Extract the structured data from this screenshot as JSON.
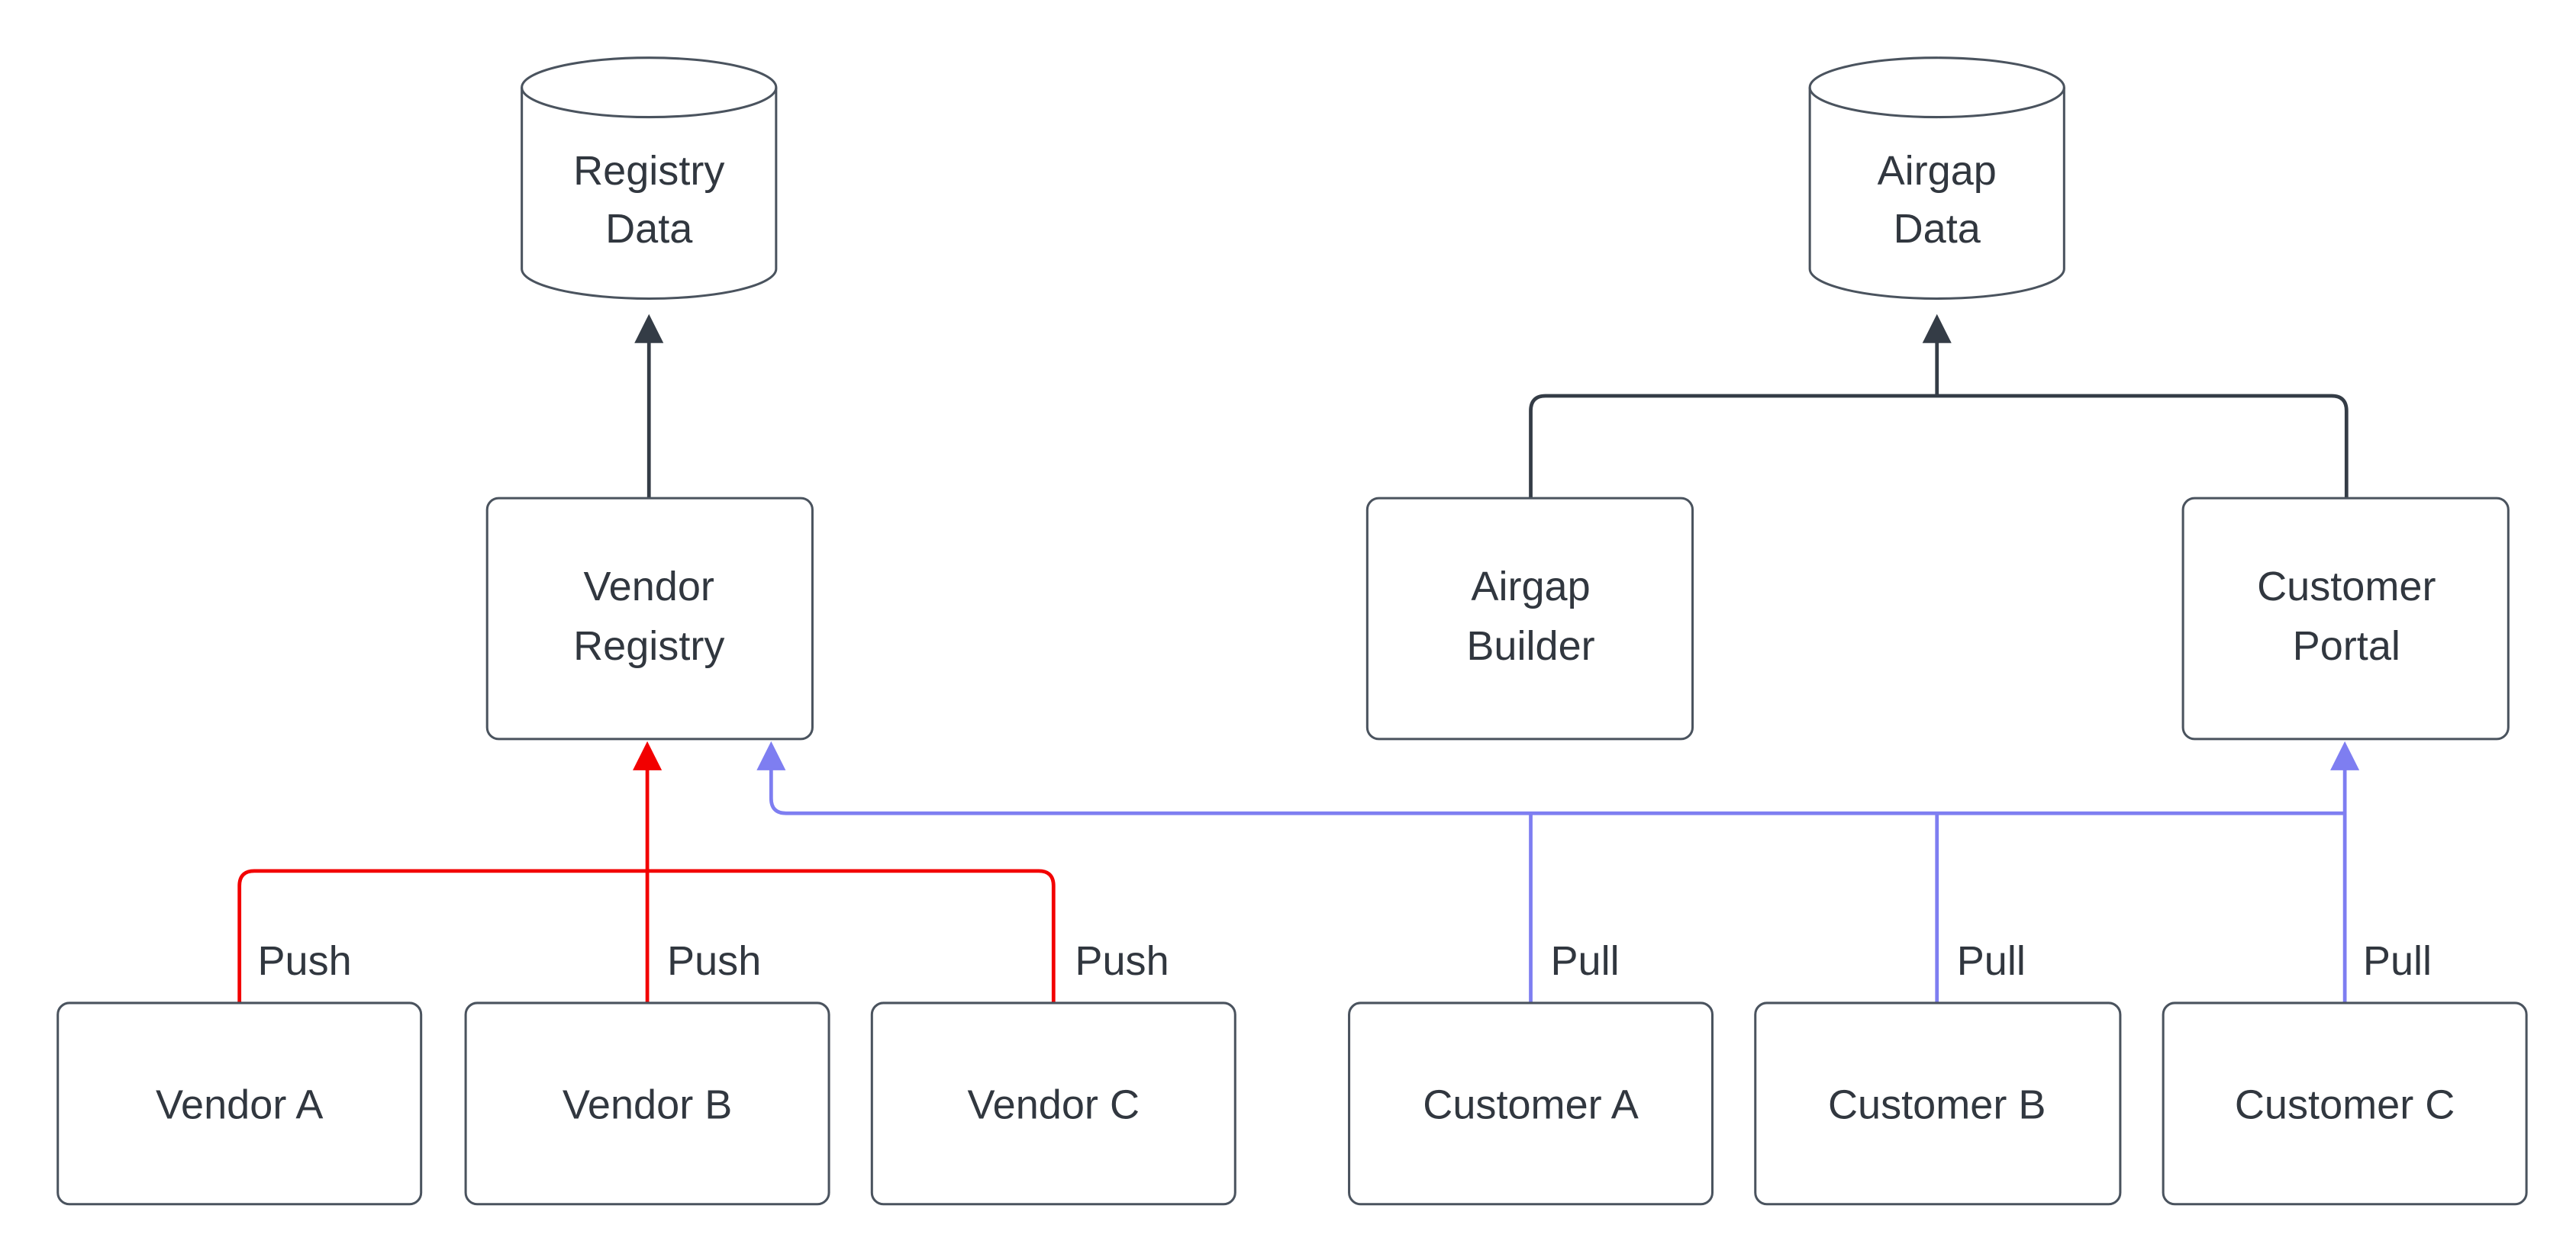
{
  "diagram": {
    "background": "#ffffff",
    "colors": {
      "node_border": "#4a535e",
      "text": "#31373f",
      "flow_edge": "#343c46",
      "push_edge": "#f20000",
      "pull_edge": "#7e7ef1"
    },
    "nodes": {
      "registry_data": {
        "shape": "cylinder",
        "line1": "Registry",
        "line2": "Data"
      },
      "airgap_data": {
        "shape": "cylinder",
        "line1": "Airgap",
        "line2": "Data"
      },
      "vendor_registry": {
        "shape": "rect",
        "line1": "Vendor",
        "line2": "Registry"
      },
      "airgap_builder": {
        "shape": "rect",
        "line1": "Airgap",
        "line2": "Builder"
      },
      "customer_portal": {
        "shape": "rect",
        "line1": "Customer",
        "line2": "Portal"
      },
      "vendor_a": {
        "shape": "rect",
        "label": "Vendor A"
      },
      "vendor_b": {
        "shape": "rect",
        "label": "Vendor B"
      },
      "vendor_c": {
        "shape": "rect",
        "label": "Vendor C"
      },
      "customer_a": {
        "shape": "rect",
        "label": "Customer A"
      },
      "customer_b": {
        "shape": "rect",
        "label": "Customer B"
      },
      "customer_c": {
        "shape": "rect",
        "label": "Customer C"
      }
    },
    "edge_labels": {
      "push_vendor_a": "Push",
      "push_vendor_b": "Push",
      "push_vendor_c": "Push",
      "pull_customer_a": "Pull",
      "pull_customer_b": "Pull",
      "pull_customer_c": "Pull"
    }
  }
}
